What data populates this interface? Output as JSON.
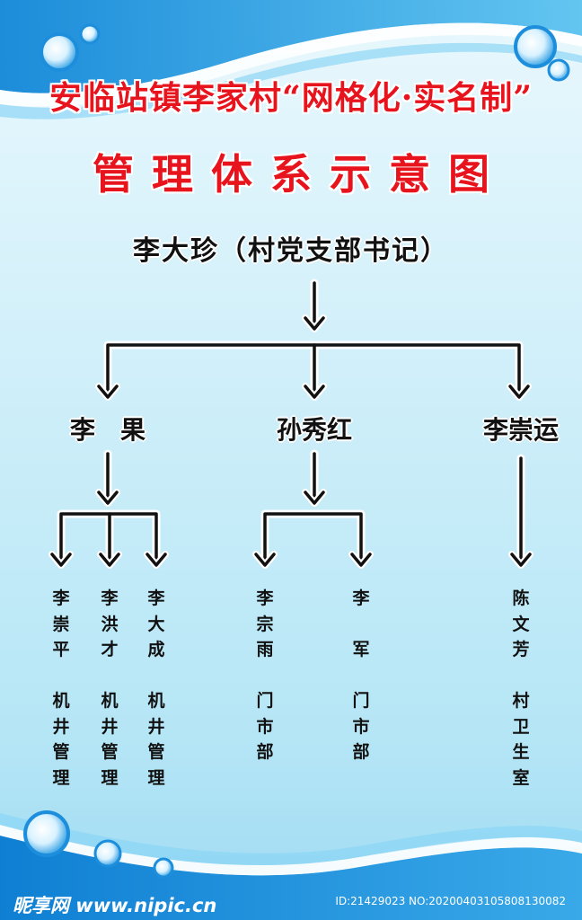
{
  "title": {
    "line1": "安临站镇李家村“网格化·实名制”",
    "line2": "管理体系示意图"
  },
  "top": {
    "name": "李大珍（村党支部书记）"
  },
  "branches": [
    {
      "name": "李　果",
      "members": [
        {
          "name": [
            "李",
            "崇",
            "平"
          ],
          "duty": [
            "机",
            "井",
            "管",
            "理"
          ]
        },
        {
          "name": [
            "李",
            "洪",
            "才"
          ],
          "duty": [
            "机",
            "井",
            "管",
            "理"
          ]
        },
        {
          "name": [
            "李",
            "大",
            "成"
          ],
          "duty": [
            "机",
            "井",
            "管",
            "理"
          ]
        }
      ]
    },
    {
      "name": "孙秀红",
      "members": [
        {
          "name": [
            "李",
            "宗",
            "雨"
          ],
          "duty": [
            "门",
            "市",
            "部"
          ]
        },
        {
          "name": [
            "李",
            "",
            "军"
          ],
          "duty": [
            "门",
            "市",
            "部"
          ]
        }
      ]
    },
    {
      "name": "李崇运",
      "members": [
        {
          "name": [
            "陈",
            "文",
            "芳"
          ],
          "duty": [
            "村",
            "卫",
            "生",
            "室"
          ]
        }
      ]
    }
  ],
  "footer": {
    "logo": "昵享网 www.nipic.cn",
    "id": "ID:21429023 NO:20200403105808130082"
  },
  "colors": {
    "title": "#e8141d",
    "text": "#111111",
    "accent": "#1a8fd6"
  }
}
